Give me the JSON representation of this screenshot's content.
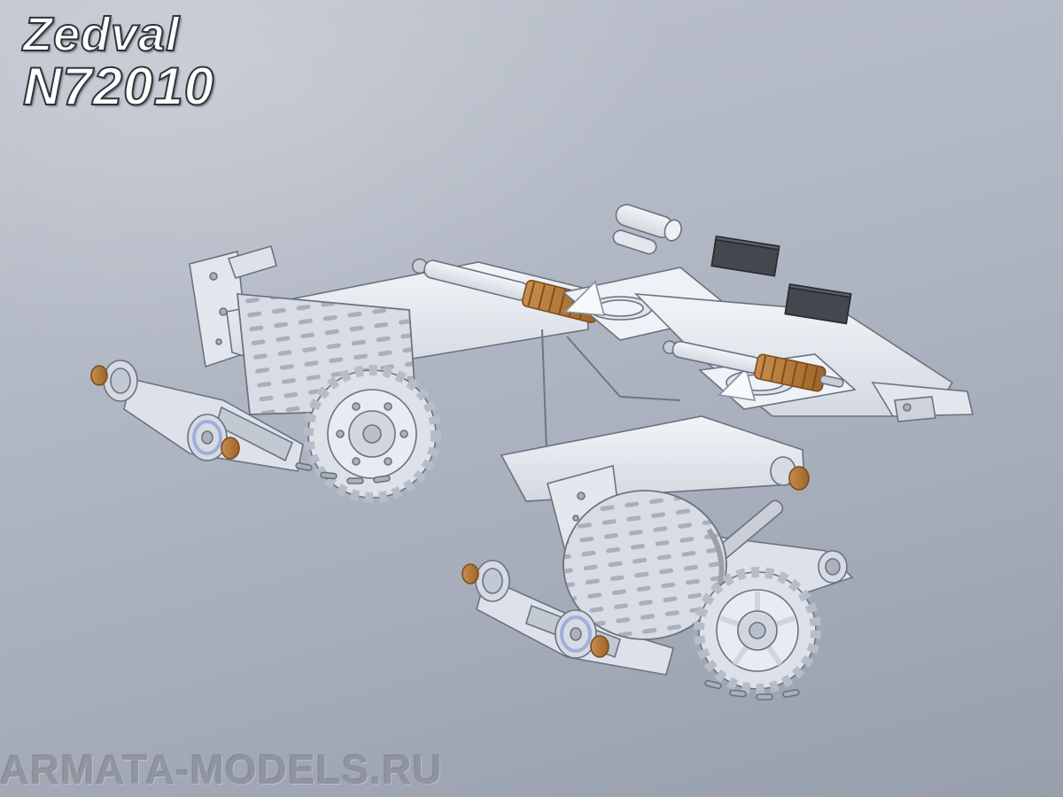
{
  "branding": {
    "line1": "Zedval",
    "line2": "N72010"
  },
  "watermark": {
    "text": "ARMATA-MODELS.RU"
  },
  "scene": {
    "description": "3D CAD render of scale-model tank suspension assemblies with sprockets, road wheels, swing arms and copper shock absorbers",
    "colors": {
      "background_top": "#bdc2cd",
      "background_bottom": "#989fac",
      "part_body": "#e7eaf0",
      "part_shaded": "#cdd2db",
      "part_outline": "#6b7280",
      "copper": "#b87f45",
      "dark_block": "#43474e",
      "wheel_rim_blue": "#9fb0d8",
      "text_fill": "#ffffff",
      "text_outline": "#30343b",
      "watermark_gray": "#8f949d"
    }
  }
}
